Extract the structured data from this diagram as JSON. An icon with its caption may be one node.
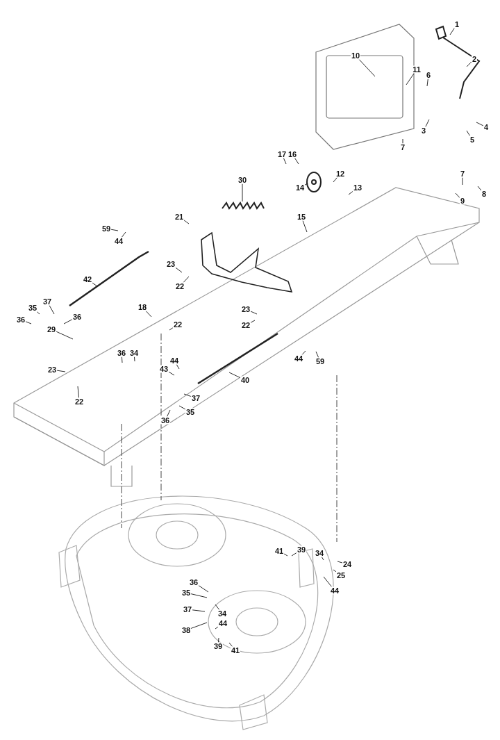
{
  "diagram": {
    "nodes": [
      {
        "text": [
          "1"
        ]
      },
      {
        "text": [
          "2"
        ]
      },
      {
        "text": [
          "11"
        ]
      },
      {
        "text": [
          "10"
        ]
      },
      {
        "text": [
          "6"
        ]
      },
      {
        "text": [
          "3"
        ]
      },
      {
        "text": [
          "4"
        ]
      },
      {
        "text": [
          "5"
        ]
      },
      {
        "text": [
          "7"
        ]
      },
      {
        "text": [
          "7"
        ]
      },
      {
        "text": [
          "9"
        ]
      },
      {
        "text": [
          "8"
        ]
      },
      {
        "text": [
          "17"
        ]
      },
      {
        "text": [
          "16"
        ]
      },
      {
        "text": [
          "12"
        ]
      },
      {
        "text": [
          "13"
        ]
      },
      {
        "text": [
          "14"
        ]
      },
      {
        "text": [
          "15"
        ]
      },
      {
        "text": [
          "30"
        ]
      },
      {
        "text": [
          "21"
        ]
      },
      {
        "text": [
          "59"
        ]
      },
      {
        "text": [
          "44"
        ]
      },
      {
        "text": [
          "42"
        ]
      },
      {
        "text": [
          "23"
        ]
      },
      {
        "text": [
          "22"
        ]
      },
      {
        "text": [
          "18"
        ]
      },
      {
        "text": [
          "22"
        ]
      },
      {
        "text": [
          "23"
        ]
      },
      {
        "text": [
          "22"
        ]
      },
      {
        "text": [
          "37"
        ]
      },
      {
        "text": [
          "35"
        ]
      },
      {
        "text": [
          "36"
        ]
      },
      {
        "text": [
          "36"
        ]
      },
      {
        "text": [
          "29"
        ]
      },
      {
        "text": [
          "36"
        ]
      },
      {
        "text": [
          "34"
        ]
      },
      {
        "text": [
          "23"
        ]
      },
      {
        "text": [
          "22"
        ]
      },
      {
        "text": [
          "44"
        ]
      },
      {
        "text": [
          "43"
        ]
      },
      {
        "text": [
          "37"
        ]
      },
      {
        "text": [
          "35"
        ]
      },
      {
        "text": [
          "36"
        ]
      },
      {
        "text": [
          "40"
        ]
      },
      {
        "text": [
          "44"
        ]
      },
      {
        "text": [
          "59"
        ]
      },
      {
        "text": [
          "41"
        ]
      },
      {
        "text": [
          "39"
        ]
      },
      {
        "text": [
          "34"
        ]
      },
      {
        "text": [
          "24"
        ]
      },
      {
        "text": [
          "25"
        ]
      },
      {
        "text": [
          "44"
        ]
      },
      {
        "text": [
          "36"
        ]
      },
      {
        "text": [
          "35"
        ]
      },
      {
        "text": [
          "34"
        ]
      },
      {
        "text": [
          "37"
        ]
      },
      {
        "text": [
          "44"
        ]
      },
      {
        "text": [
          "38"
        ]
      },
      {
        "text": [
          "39"
        ]
      },
      {
        "text": [
          "41"
        ]
      }
    ],
    "edges": [
      {
        "from": 0,
        "to": null,
        "arrow": "none"
      },
      {
        "from": 1,
        "to": null,
        "arrow": "none"
      },
      {
        "from": 2,
        "to": null,
        "arrow": "none"
      },
      {
        "from": 3,
        "to": null,
        "arrow": "none"
      },
      {
        "from": 4,
        "to": null,
        "arrow": "none"
      },
      {
        "from": 5,
        "to": null,
        "arrow": "none"
      },
      {
        "from": 6,
        "to": null,
        "arrow": "none"
      },
      {
        "from": 7,
        "to": null,
        "arrow": "none"
      },
      {
        "from": 8,
        "to": null,
        "arrow": "none"
      },
      {
        "from": 9,
        "to": null,
        "arrow": "none"
      },
      {
        "from": 10,
        "to": null,
        "arrow": "none"
      },
      {
        "from": 11,
        "to": null,
        "arrow": "none"
      },
      {
        "from": 12,
        "to": null,
        "arrow": "none"
      },
      {
        "from": 13,
        "to": null,
        "arrow": "none"
      },
      {
        "from": 14,
        "to": null,
        "arrow": "none"
      },
      {
        "from": 15,
        "to": null,
        "arrow": "none"
      },
      {
        "from": 16,
        "to": null,
        "arrow": "none"
      },
      {
        "from": 17,
        "to": null,
        "arrow": "none"
      },
      {
        "from": 18,
        "to": null,
        "arrow": "none"
      },
      {
        "from": 19,
        "to": null,
        "arrow": "none"
      },
      {
        "from": 20,
        "to": null,
        "arrow": "none"
      },
      {
        "from": 21,
        "to": null,
        "arrow": "none"
      },
      {
        "from": 22,
        "to": null,
        "arrow": "none"
      },
      {
        "from": 23,
        "to": null,
        "arrow": "none"
      },
      {
        "from": 24,
        "to": null,
        "arrow": "none"
      },
      {
        "from": 25,
        "to": null,
        "arrow": "none"
      },
      {
        "from": 26,
        "to": null,
        "arrow": "none"
      },
      {
        "from": 27,
        "to": null,
        "arrow": "none"
      },
      {
        "from": 28,
        "to": null,
        "arrow": "none"
      },
      {
        "from": 29,
        "to": null,
        "arrow": "none"
      },
      {
        "from": 30,
        "to": null,
        "arrow": "none"
      },
      {
        "from": 31,
        "to": null,
        "arrow": "none"
      },
      {
        "from": 32,
        "to": null,
        "arrow": "none"
      },
      {
        "from": 33,
        "to": null,
        "arrow": "none"
      },
      {
        "from": 34,
        "to": null,
        "arrow": "none"
      },
      {
        "from": 35,
        "to": null,
        "arrow": "none"
      },
      {
        "from": 36,
        "to": null,
        "arrow": "none"
      },
      {
        "from": 37,
        "to": null,
        "arrow": "none"
      },
      {
        "from": 38,
        "to": null,
        "arrow": "none"
      },
      {
        "from": 39,
        "to": null,
        "arrow": "none"
      },
      {
        "from": 40,
        "to": null,
        "arrow": "none"
      },
      {
        "from": 41,
        "to": null,
        "arrow": "none"
      },
      {
        "from": 42,
        "to": null,
        "arrow": "none"
      },
      {
        "from": 43,
        "to": null,
        "arrow": "none"
      },
      {
        "from": 44,
        "to": null,
        "arrow": "none"
      },
      {
        "from": 45,
        "to": null,
        "arrow": "none"
      },
      {
        "from": 46,
        "to": null,
        "arrow": "none"
      },
      {
        "from": 47,
        "to": null,
        "arrow": "none"
      },
      {
        "from": 48,
        "to": null,
        "arrow": "none"
      },
      {
        "from": 49,
        "to": null,
        "arrow": "none"
      },
      {
        "from": 50,
        "to": null,
        "arrow": "none"
      },
      {
        "from": 51,
        "to": null,
        "arrow": "none"
      },
      {
        "from": 52,
        "to": null,
        "arrow": "none"
      },
      {
        "from": 53,
        "to": null,
        "arrow": "none"
      },
      {
        "from": 54,
        "to": null,
        "arrow": "none"
      },
      {
        "from": 55,
        "to": null,
        "arrow": "none"
      },
      {
        "from": 56,
        "to": null,
        "arrow": "none"
      },
      {
        "from": 57,
        "to": null,
        "arrow": "none"
      },
      {
        "from": 58,
        "to": null,
        "arrow": "none"
      },
      {
        "from": 59,
        "to": null,
        "arrow": "none"
      }
    ]
  }
}
